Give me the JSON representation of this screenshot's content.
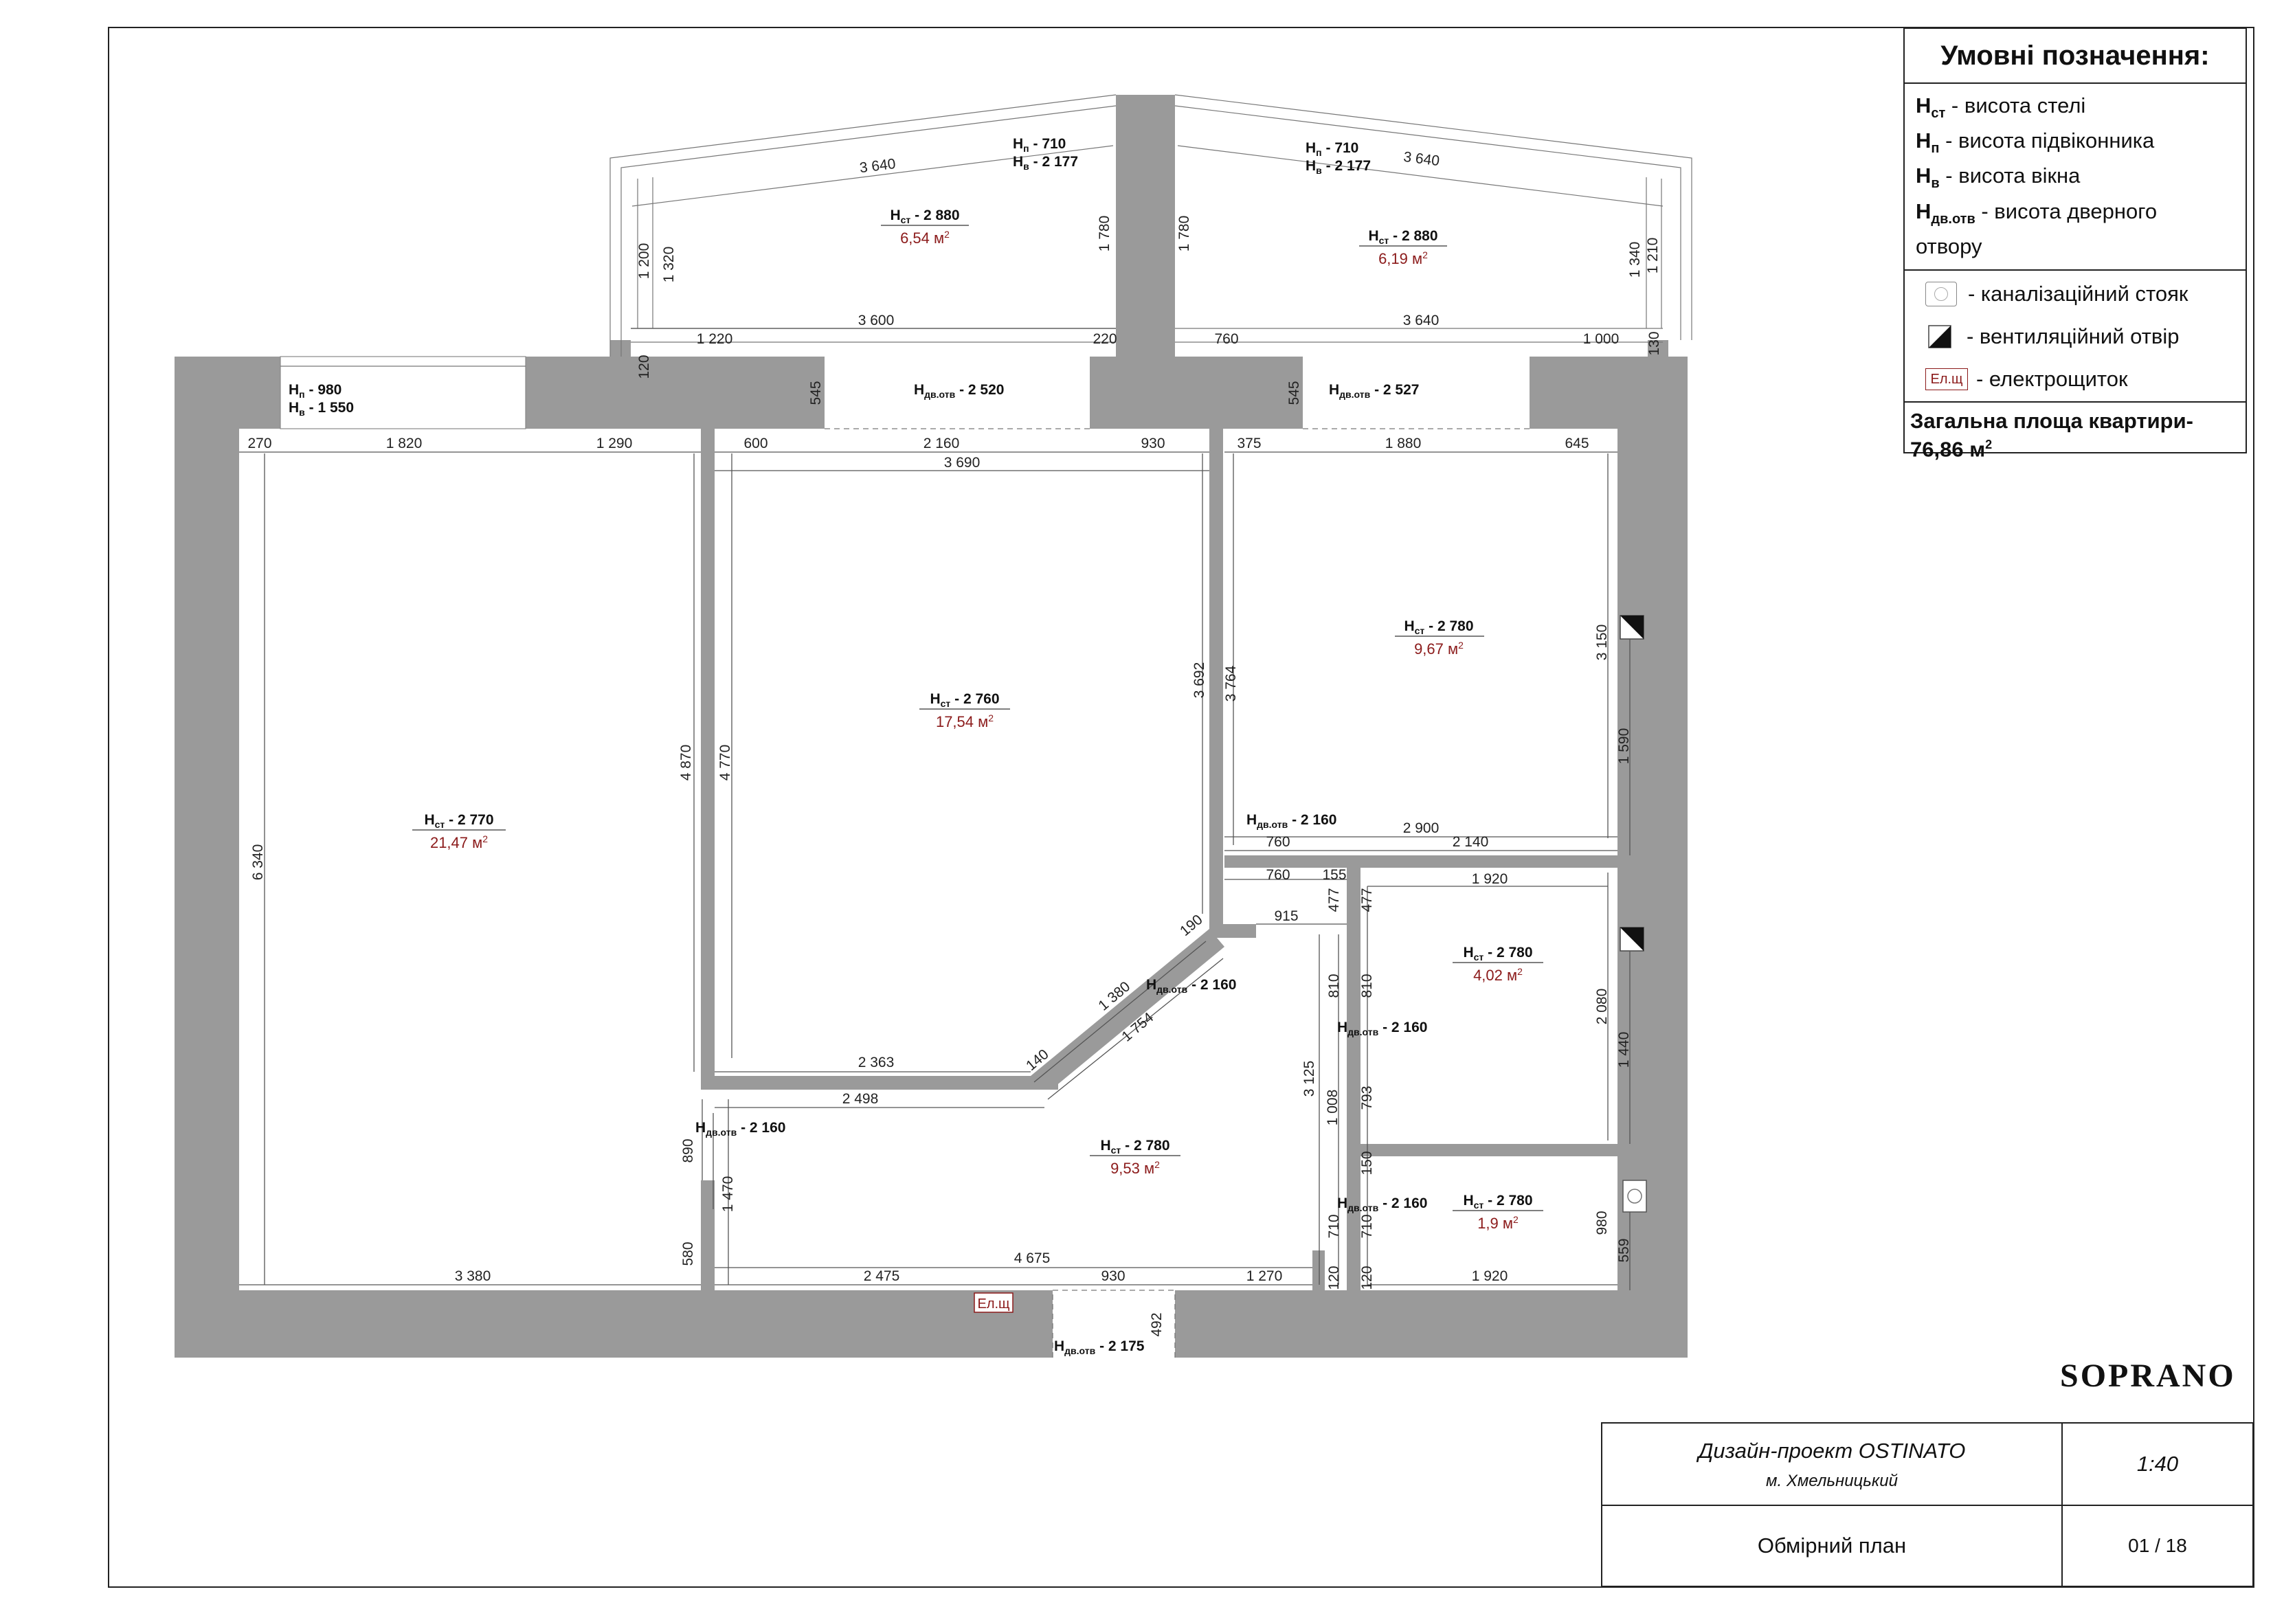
{
  "legend": {
    "title": "Умовні позначення:",
    "items": [
      {
        "sym": "Н",
        "sub": "ст",
        "text": " - висота стелі"
      },
      {
        "sym": "Н",
        "sub": "п",
        "text": " - висота підвіконника"
      },
      {
        "sym": "Н",
        "sub": "в",
        "text": " - висота вікна"
      },
      {
        "sym": "Н",
        "sub": "дв.отв",
        "text": " - висота дверного"
      }
    ],
    "item_cont": "отвору",
    "symbols": [
      {
        "icon": "sewer-riser-icon",
        "text": "- каналізаційний стояк"
      },
      {
        "icon": "ventilation-icon",
        "text": "- вентиляційний отвір"
      },
      {
        "icon": "electrical-panel-icon",
        "label": "Ел.щ",
        "text": "- електрощиток"
      }
    ],
    "total_area_label": "Загальна площа квартири-",
    "total_area_value": "76,86 м",
    "total_area_sup": "2"
  },
  "rooms": [
    {
      "h": "2 770",
      "area": "21,47 м"
    },
    {
      "h": "2 760",
      "area": "17,54 м"
    },
    {
      "h": "2 780",
      "area": "9,67 м"
    },
    {
      "h": "2 780",
      "area": "4,02 м"
    },
    {
      "h": "2 780",
      "area": "9,53 м"
    },
    {
      "h": "2 780",
      "area": "1,9 м"
    },
    {
      "h": "2 880",
      "area": "6,54 м"
    },
    {
      "h": "2 880",
      "area": "6,19 м"
    }
  ],
  "labels": {
    "hst": "Н",
    "hst_sub": "ст",
    "hp": "Н",
    "hp_sub": "п",
    "hv": "Н",
    "hv_sub": "в",
    "hdv": "Н",
    "hdv_sub": "дв.отв",
    "sq": "2",
    "win1_p": "980",
    "win1_v": "1 550",
    "balc_p": "710",
    "balc_v": "2 177",
    "door_2520": "2 520",
    "door_2527": "2 527",
    "door_2160": "2 160",
    "door_2175": "2 175"
  },
  "dims": {
    "d270": "270",
    "d1820": "1 820",
    "d1290": "1 290",
    "d600": "600",
    "d2160": "2 160",
    "d930": "930",
    "d3690": "3 690",
    "d375": "375",
    "d1880": "1 880",
    "d645": "645",
    "d3640": "3 640",
    "d3600": "3 600",
    "d1220": "1 220",
    "d220": "220",
    "d760": "760",
    "d1000": "1 000",
    "d130": "130",
    "d1200": "1 200",
    "d1320": "1 320",
    "d1780": "1 780",
    "d1340": "1 340",
    "d1210": "1 210",
    "d120": "120",
    "d545": "545",
    "d6340": "6 340",
    "d4870": "4 870",
    "d4770": "4 770",
    "d3692": "3 692",
    "d3764": "3 764",
    "d3150": "3 150",
    "d1590": "1 590",
    "d2080": "2 080",
    "d1440": "1 440",
    "d980": "980",
    "d559": "559",
    "d2900": "2 900",
    "d2140": "2 140",
    "d155": "155",
    "d1920": "1 920",
    "d915": "915",
    "d477": "477",
    "d190": "190",
    "d1380": "1 380",
    "d1754": "1 754",
    "d140": "140",
    "d2363": "2 363",
    "d2498": "2 498",
    "d810": "810",
    "d3125": "3 125",
    "d1008": "1 008",
    "d793": "793",
    "d150": "150",
    "d710": "710",
    "d890": "890",
    "d1470": "1 470",
    "d580": "580",
    "d3380": "3 380",
    "d2475": "2 475",
    "d4675": "4 675",
    "d1270": "1 270",
    "d492": "492"
  },
  "brand": "SOPRANO",
  "title_block": {
    "project": "Дизайн-проект OSTINATO",
    "city": "м. Хмельницький",
    "scale": "1:40",
    "sheet": "Обмірний план",
    "page": "01 / 18"
  }
}
